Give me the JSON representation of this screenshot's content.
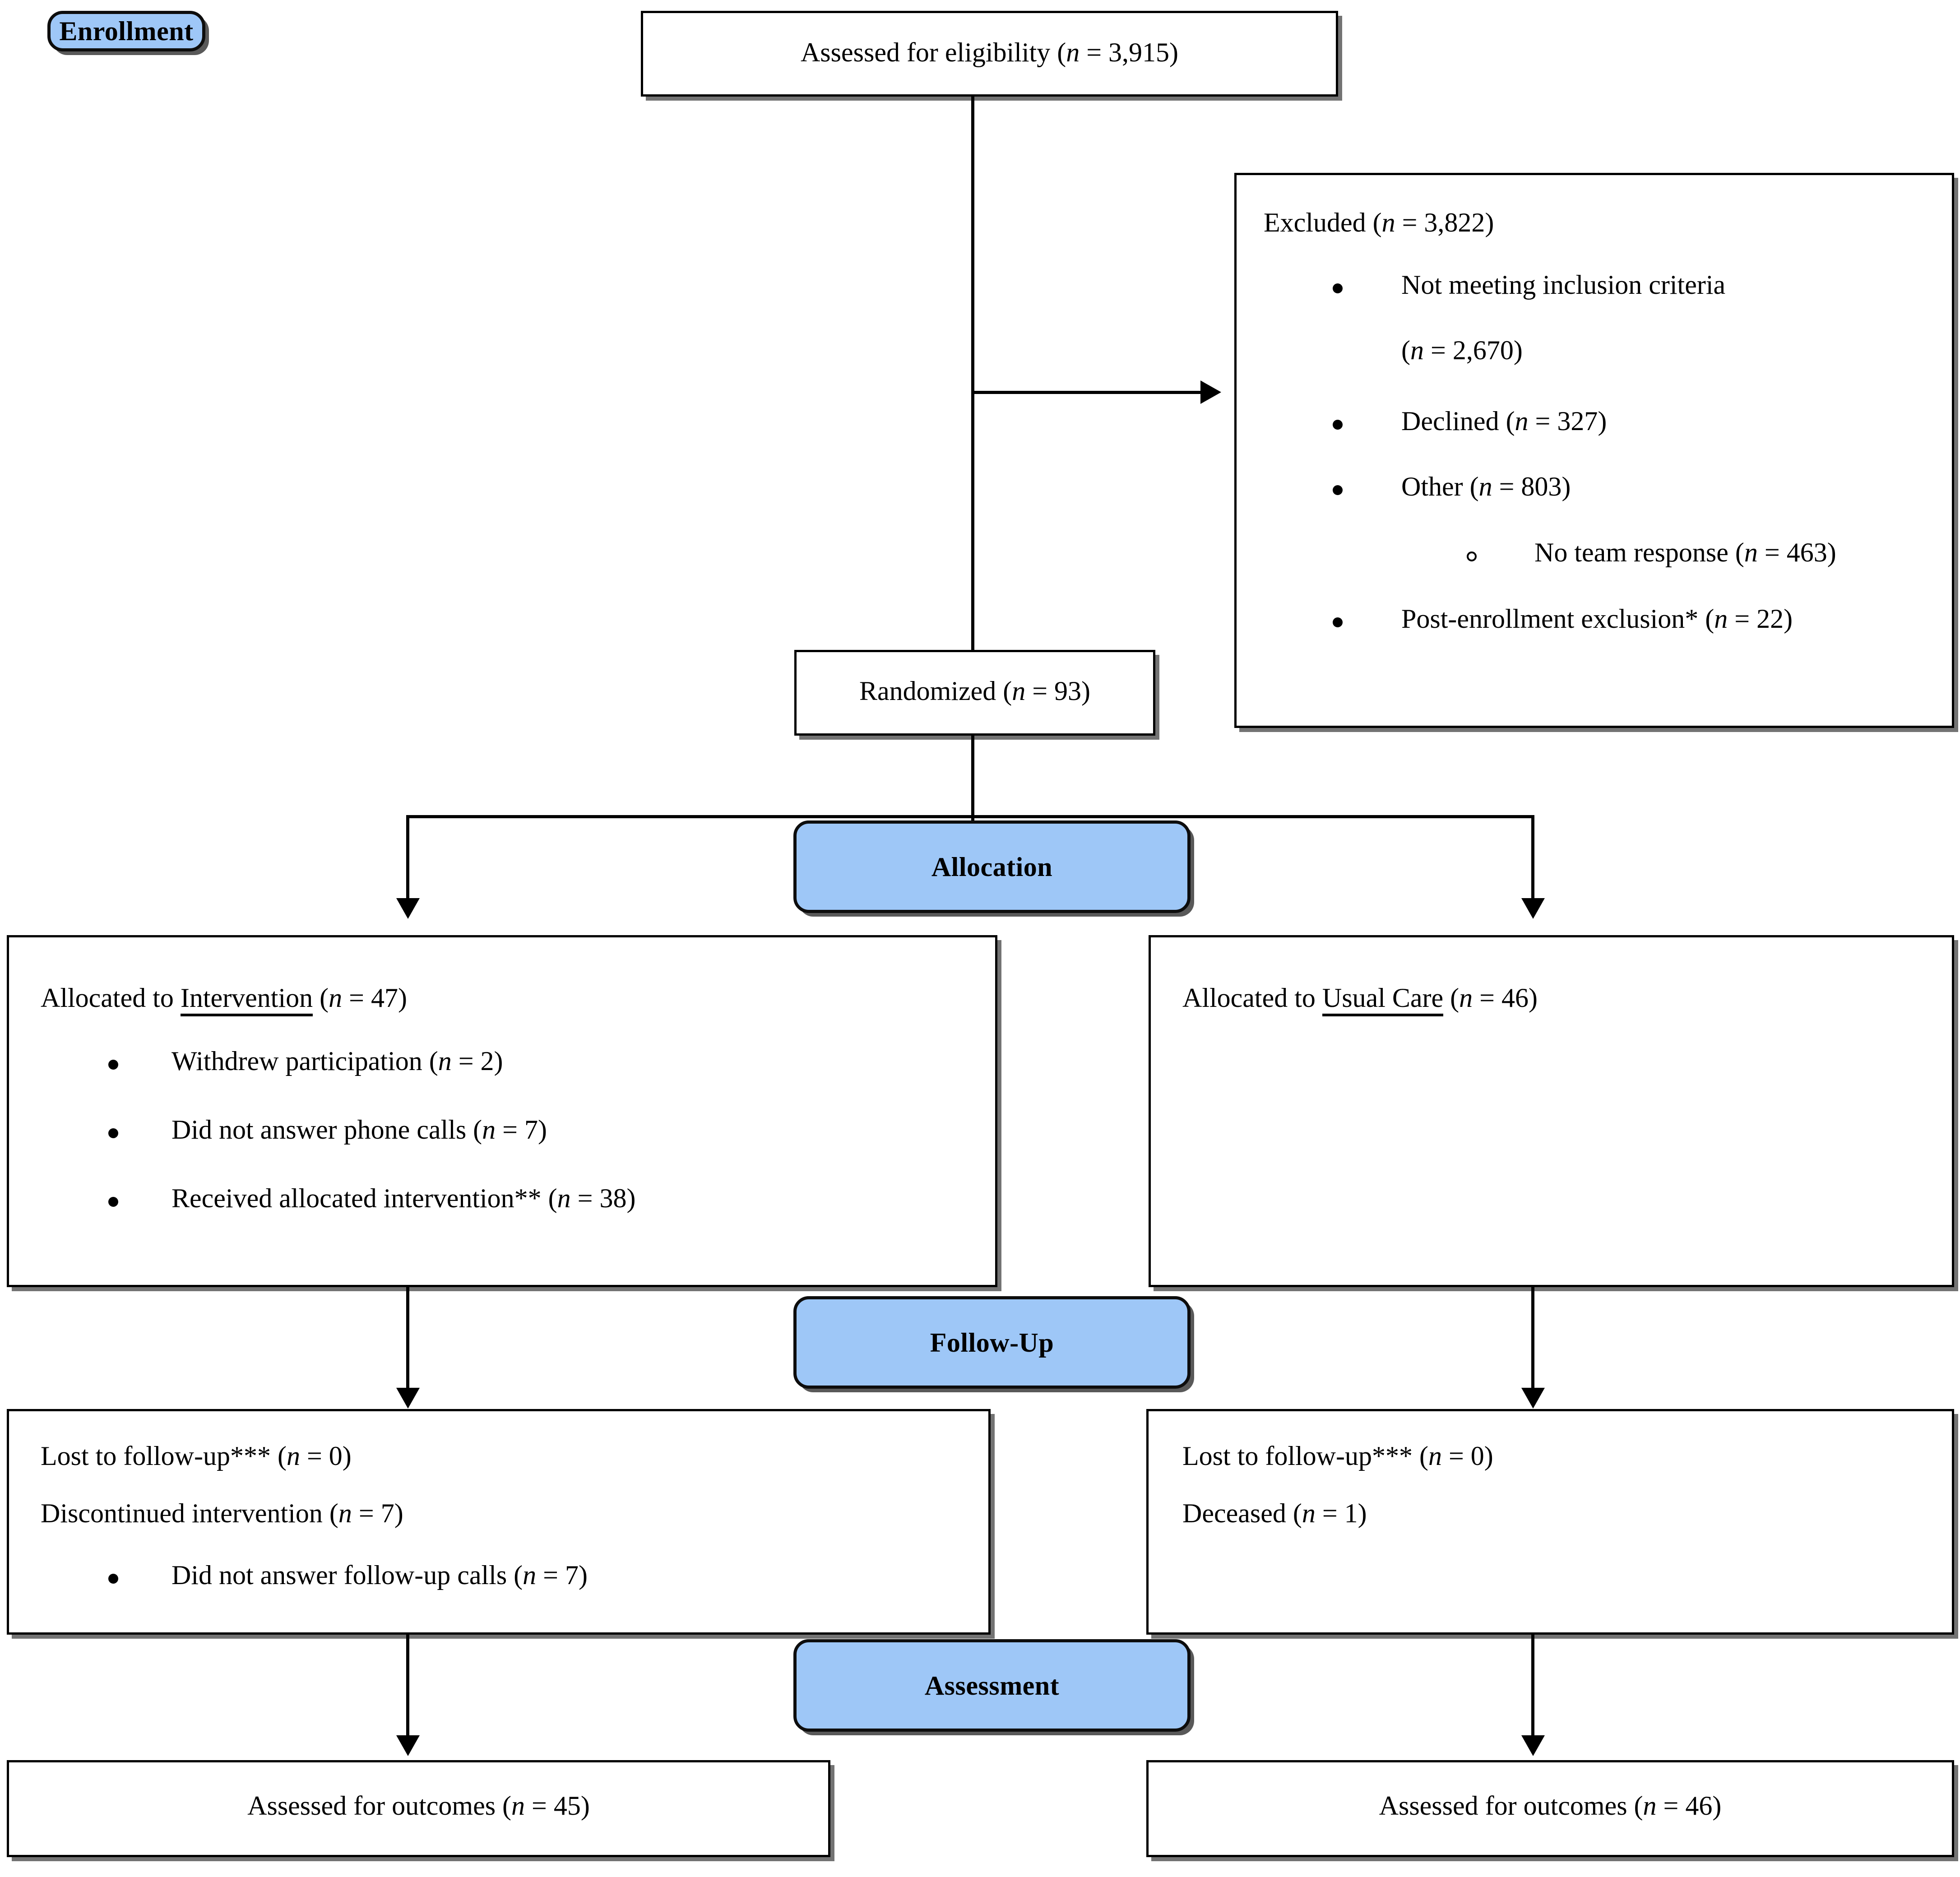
{
  "diagram": {
    "type": "CONSORT participant flow diagram",
    "accent_color": "#9EC7F7",
    "line_color": "#000000",
    "background": "#FFFFFF"
  },
  "stages": {
    "enrollment": "Enrollment",
    "allocation": "Allocation",
    "followup": "Follow-Up",
    "assessment": "Assessment"
  },
  "enrollment": {
    "eligibility_label": "Assessed for eligibility (",
    "eligibility_n": " = 3,915)",
    "excluded_label": "Excluded (",
    "excluded_n": " = 3,822)",
    "excluded_items": [
      {
        "text_a": "Not meeting inclusion criteria",
        "text_b": "(",
        "n_b": " = 2,670)"
      },
      {
        "text_a": "Declined (",
        "n_a": " = 327)"
      },
      {
        "text_a": "Other (",
        "n_a": " = 803)"
      },
      {
        "text_a": "No team response (",
        "n_a": " = 463)"
      },
      {
        "text_a": "Post-enrollment exclusion* (",
        "n_a": " = 22)"
      }
    ],
    "randomized_label": "Randomized (",
    "randomized_n": " = 93)"
  },
  "allocation": {
    "left": {
      "header_pre": "Allocated to ",
      "header_underlined": "Intervention",
      "header_post": " (",
      "header_n": " = 47)",
      "items": [
        {
          "text": "Withdrew participation (",
          "n": " = 2)"
        },
        {
          "text": "Did not answer phone calls (",
          "n": " = 7)"
        },
        {
          "text": "Received allocated intervention** (",
          "n": " = 38)"
        }
      ]
    },
    "right": {
      "header_pre": "Allocated to ",
      "header_underlined": "Usual Care",
      "header_post": " (",
      "header_n": " = 46)",
      "items": []
    }
  },
  "followup": {
    "left": {
      "line1": "Lost to follow-up*** (",
      "line1_n": " = 0)",
      "line2": "Discontinued intervention (",
      "line2_n": " = 7)",
      "items": [
        {
          "text": "Did not answer follow-up calls (",
          "n": " = 7)"
        }
      ]
    },
    "right": {
      "line1": "Lost to follow-up*** (",
      "line1_n": " = 0)",
      "line2": "Deceased (",
      "line2_n": " = 1)",
      "items": []
    }
  },
  "outcomes": {
    "left_label": "Assessed for outcomes (",
    "left_n": " = 45)",
    "right_label": "Assessed for outcomes (",
    "right_n": " = 46)"
  },
  "symbols": {
    "n_italic": "n",
    "bullet": "•",
    "hollow_bullet": "◦"
  }
}
